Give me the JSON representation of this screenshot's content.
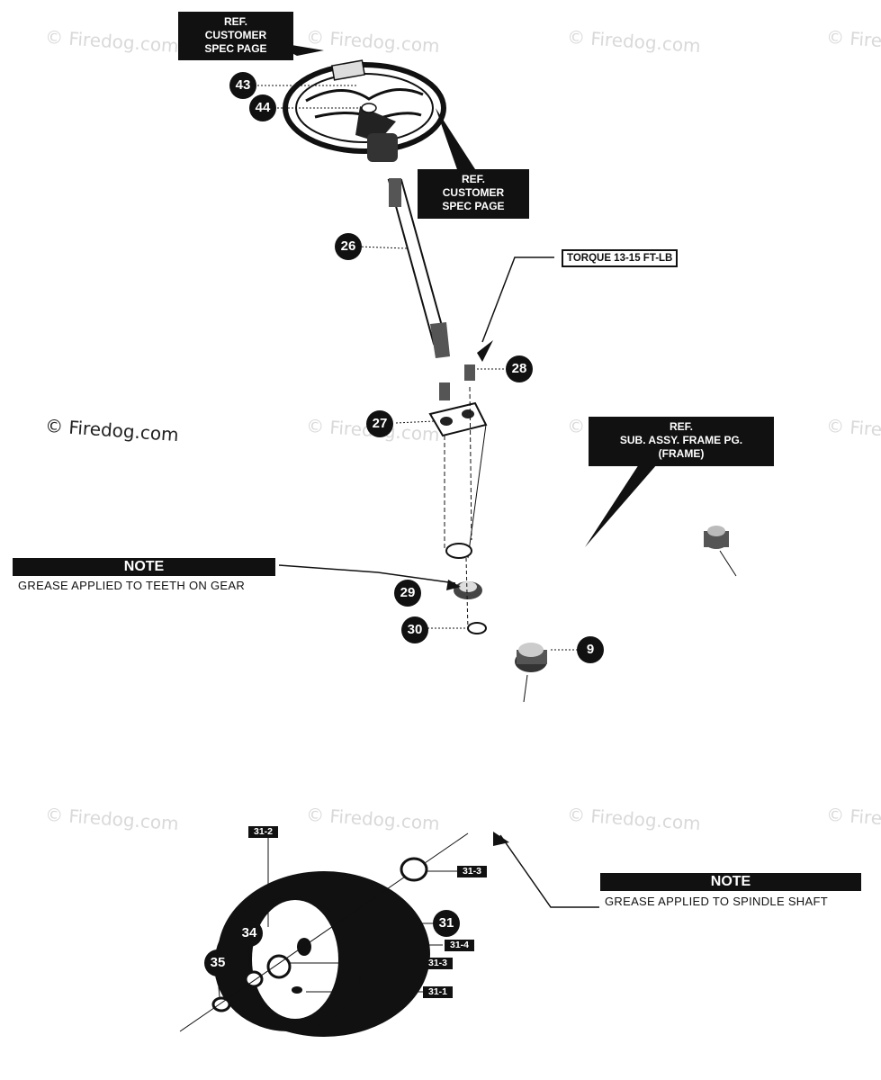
{
  "watermark": "© Firedog.com",
  "refs": {
    "top": [
      "REF.",
      "CUSTOMER",
      "SPEC PAGE"
    ],
    "mid": [
      "REF.",
      "CUSTOMER",
      "SPEC PAGE"
    ],
    "frame": [
      "REF.",
      "SUB. ASSY. FRAME PG.",
      "(FRAME)"
    ]
  },
  "torque": "TORQUE 13-15 FT-LB",
  "callouts": {
    "c43": "43",
    "c44": "44",
    "c26": "26",
    "c28": "28",
    "c27": "27",
    "c29": "29",
    "c30": "30",
    "c9": "9",
    "c34": "34",
    "c31": "31",
    "c35": "35"
  },
  "tags": {
    "t31_2": "31-2",
    "t31_3_top": "31-3",
    "t31_4": "31-4",
    "t31_3_bot": "31-3",
    "t31_1": "31-1"
  },
  "notes": {
    "gear": {
      "title": "NOTE",
      "body": "GREASE APPLIED TO TEETH ON GEAR"
    },
    "spindle": {
      "title": "NOTE",
      "body": "GREASE APPLIED TO SPINDLE SHAFT"
    }
  },
  "colors": {
    "ink": "#111111",
    "watermark": "#d9d9d9"
  }
}
